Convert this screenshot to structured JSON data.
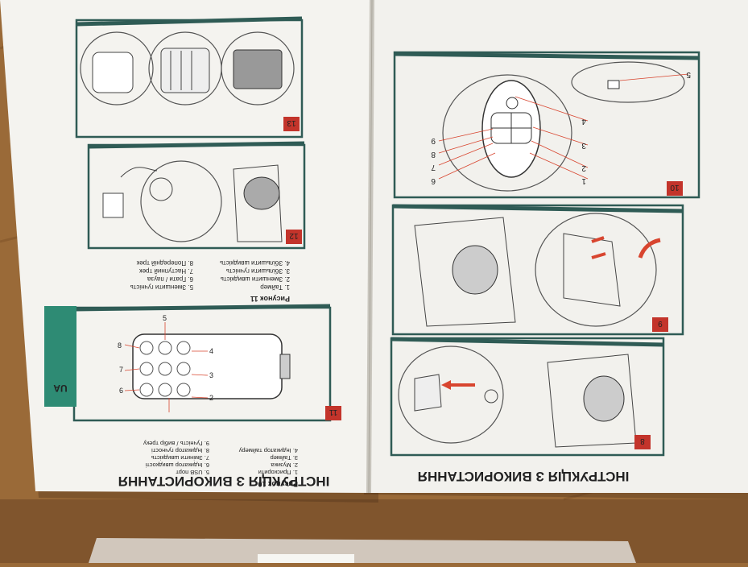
{
  "left_page": {
    "heading": "ІНСТРУКЦІЯ З ВИКОРИСТАННЯ",
    "side_tab": "UA",
    "fig10_caption": "Рисунок 10",
    "fig10_legend": [
      "1. Прискорити",
      "2. Музика",
      "3. Таймер",
      "4. Індикатор таймеру",
      "5. USB порт",
      "6. Індикатор швидкості",
      "7. Змінити швидкість",
      "8. Індикатор гучності",
      "9. Гучність / вибір треку"
    ],
    "fig11_caption": "Рисунок 11",
    "fig11_legend": [
      "1. Таймер",
      "2. Зменшити швидкість",
      "3. Збільшити гучність",
      "4. Збільшити швидкість",
      "5. Зменшити гучність",
      "6. Грати / пауза",
      "7. Наступний трек",
      "8. Попередній трек"
    ],
    "fig11_number": "11",
    "fig12_number": "12",
    "fig13_number": "13",
    "fig11_callouts": [
      "2",
      "6",
      "3",
      "7",
      "4",
      "8",
      "5"
    ]
  },
  "right_page": {
    "heading": "ІНСТРУКЦІЯ З ВИКОРИСТАННЯ",
    "fig8_number": "8",
    "fig9_number": "9",
    "fig10_number": "10",
    "fig10_callouts_left": [
      "6",
      "7",
      "8",
      "9"
    ],
    "fig10_callouts_right": [
      "1",
      "2",
      "3",
      "4",
      "5"
    ]
  },
  "colors": {
    "table_wood": "#9a6a38",
    "paper": "#f4f3ef",
    "frame_teal": "#2f5b55",
    "accent_red": "#d8452f",
    "tab_green": "#2e8b74"
  }
}
